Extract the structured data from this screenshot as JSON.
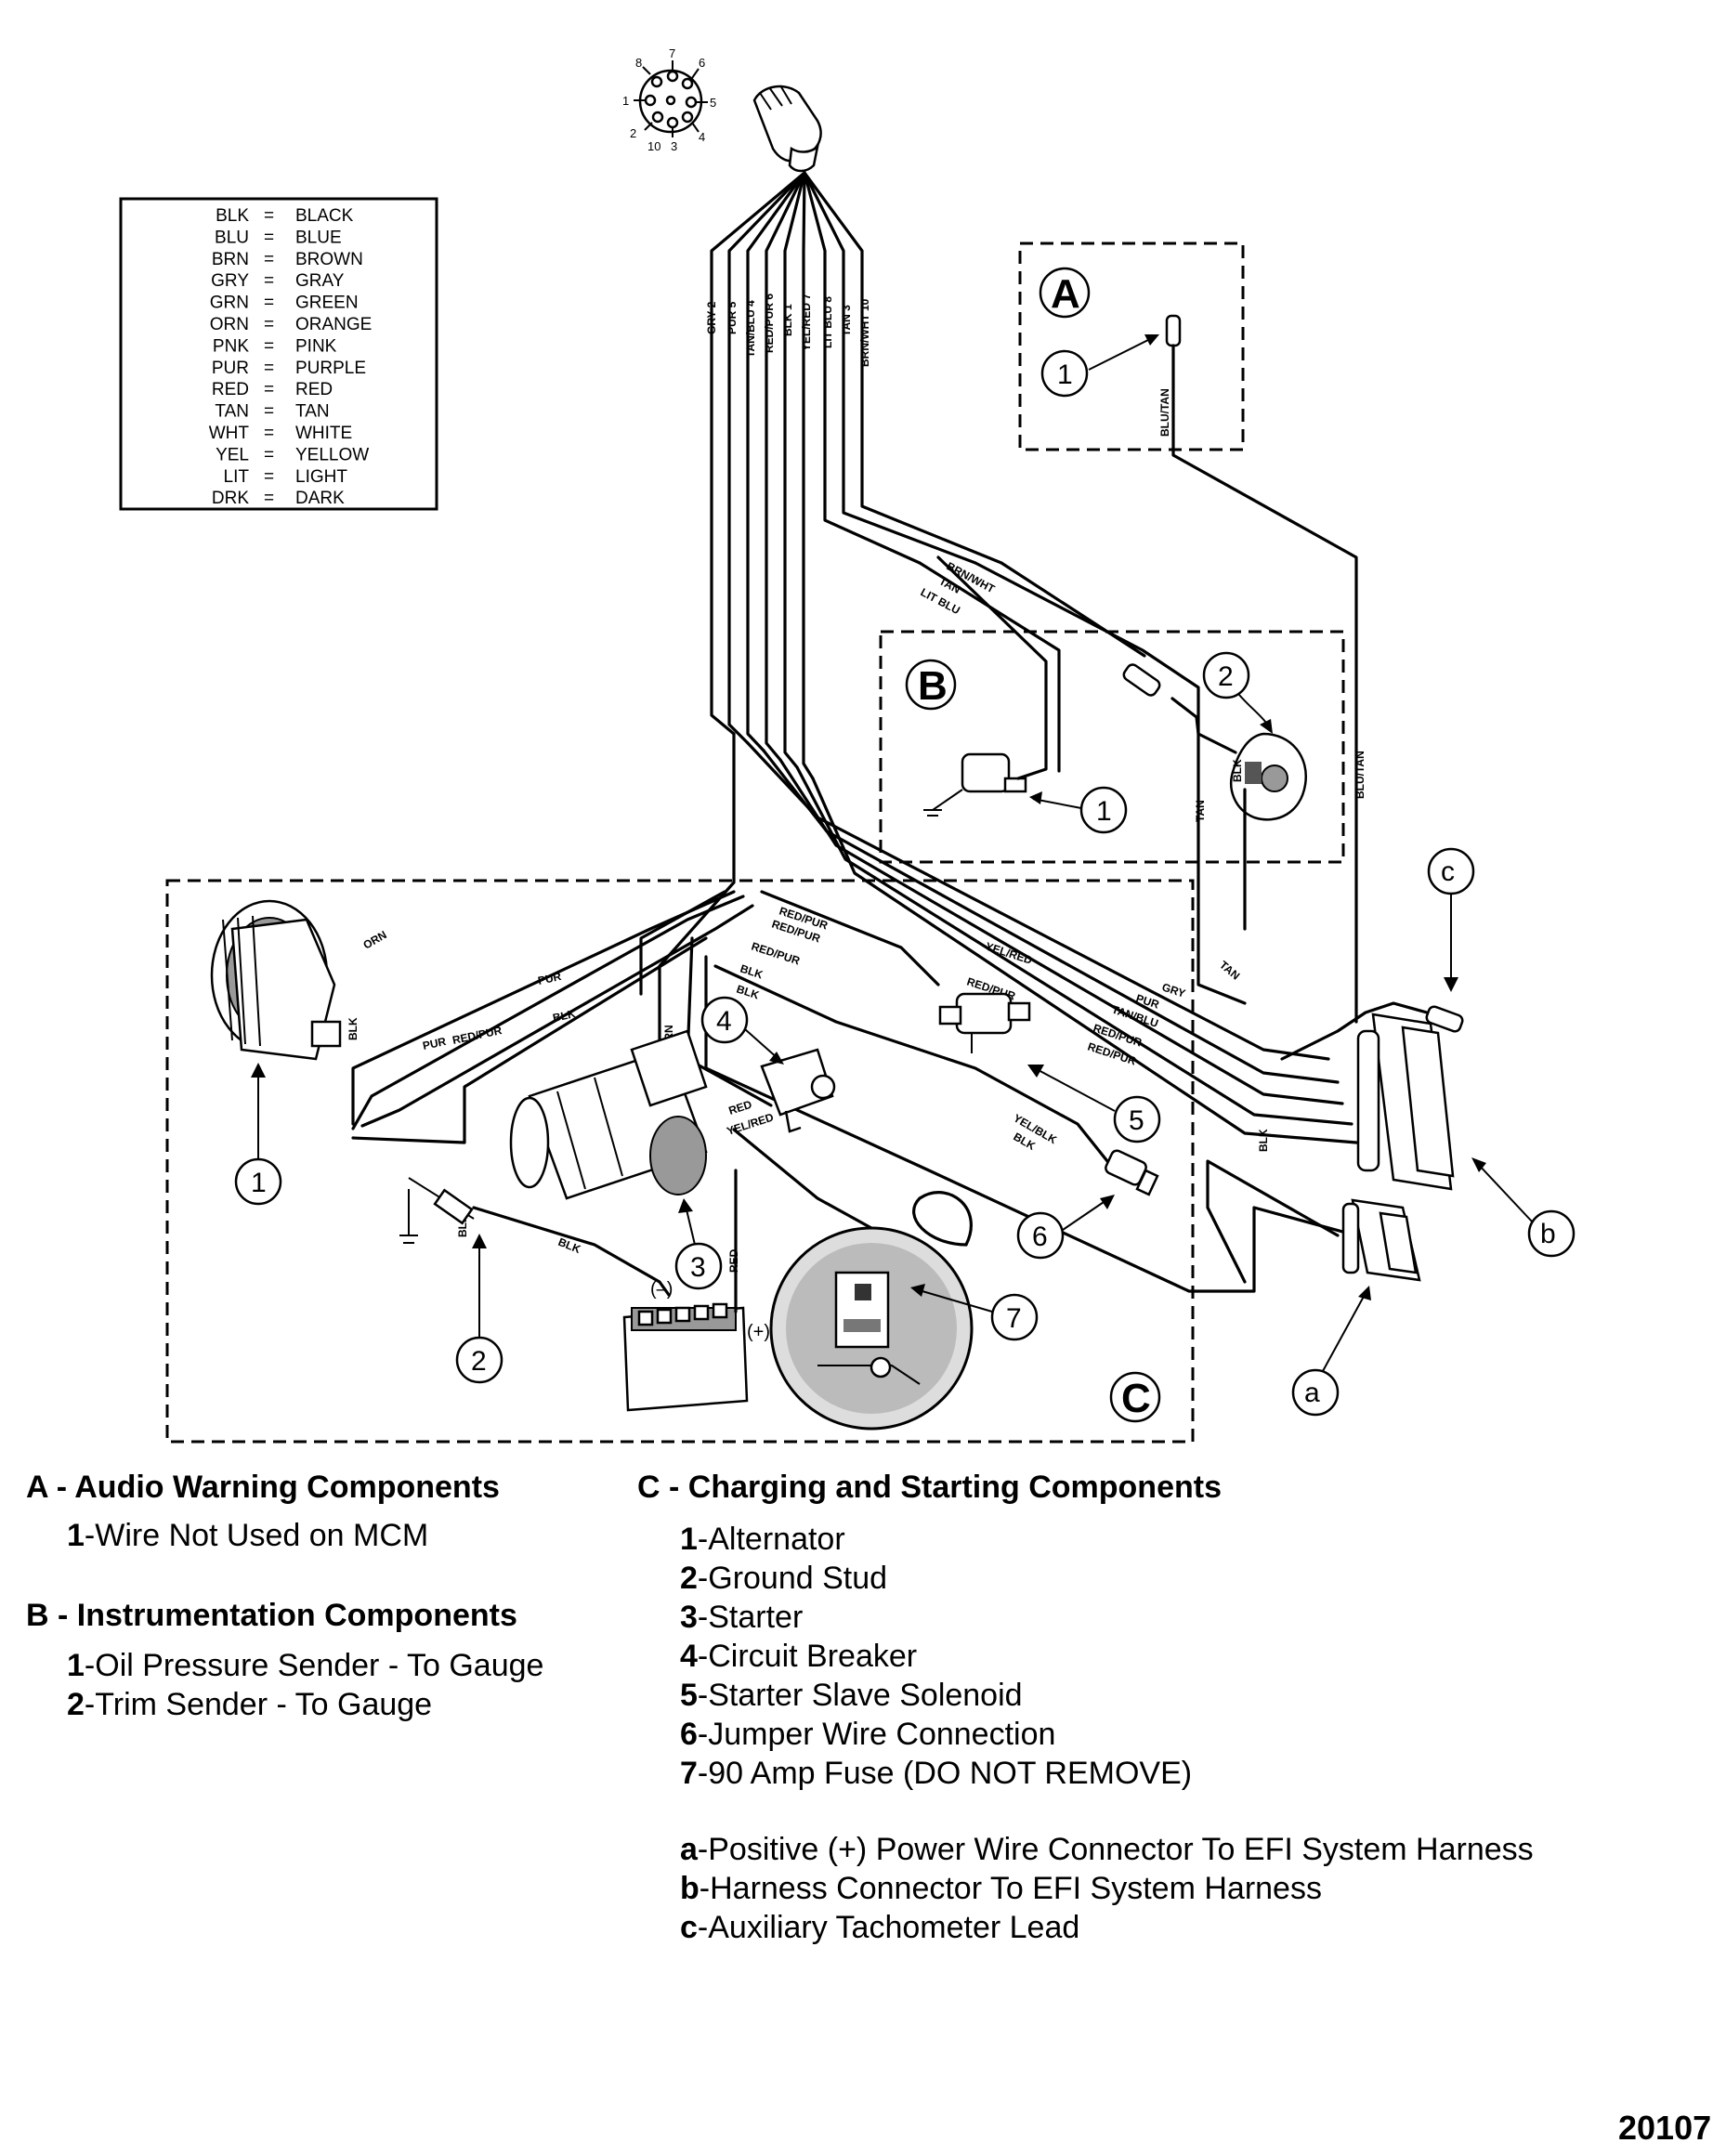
{
  "legend": [
    {
      "abbr": "BLK",
      "name": "BLACK"
    },
    {
      "abbr": "BLU",
      "name": "BLUE"
    },
    {
      "abbr": "BRN",
      "name": "BROWN"
    },
    {
      "abbr": "GRY",
      "name": "GRAY"
    },
    {
      "abbr": "GRN",
      "name": "GREEN"
    },
    {
      "abbr": "ORN",
      "name": "ORANGE"
    },
    {
      "abbr": "PNK",
      "name": "PINK"
    },
    {
      "abbr": "PUR",
      "name": "PURPLE"
    },
    {
      "abbr": "RED",
      "name": "RED"
    },
    {
      "abbr": "TAN",
      "name": "TAN"
    },
    {
      "abbr": "WHT",
      "name": "WHITE"
    },
    {
      "abbr": "YEL",
      "name": "YELLOW"
    },
    {
      "abbr": "LIT",
      "name": "LIGHT"
    },
    {
      "abbr": "DRK",
      "name": "DARK"
    }
  ],
  "pin_numbers": [
    "8",
    "7",
    "6",
    "1",
    "5",
    "2",
    "10",
    "3",
    "4"
  ],
  "harness_wire_labels": [
    "GRY 2",
    "PUR 5",
    "TAN/BLU 4",
    "RED/PUR 6",
    "BLK 1",
    "YEL/RED 7",
    "LIT BLU 8",
    "TAN 3",
    "BRN/WHT 10"
  ],
  "wire_labels": {
    "blu_tan": "BLU/TAN",
    "brn_wht": "BRN/WHT",
    "tan": "TAN",
    "lit_blu": "LIT BLU",
    "blk": "BLK",
    "orn": "ORN",
    "pur": "PUR",
    "red_pur": "RED/PUR",
    "yel_red": "YEL/RED",
    "red": "RED",
    "gry": "GRY",
    "tan_blu": "TAN/BLU",
    "yel_blk": "YEL/BLK"
  },
  "box_letters": {
    "a": "A",
    "b": "B",
    "c": "C"
  },
  "callouts": {
    "n1": "1",
    "n2": "2",
    "n3": "3",
    "n4": "4",
    "n5": "5",
    "n6": "6",
    "n7": "7",
    "a": "a",
    "b": "b",
    "c": "c"
  },
  "battery": {
    "neg": "(–)",
    "pos": "(+)"
  },
  "captions": {
    "a_title": "A - Audio Warning Components",
    "a_items": [
      {
        "num": "1",
        "text": "Wire Not Used on MCM"
      }
    ],
    "b_title": "B - Instrumentation Components",
    "b_items": [
      {
        "num": "1",
        "text": "Oil Pressure Sender - To Gauge"
      },
      {
        "num": "2",
        "text": "Trim Sender - To Gauge"
      }
    ],
    "c_title": "C - Charging and Starting Components",
    "c_items": [
      {
        "num": "1",
        "text": "Alternator"
      },
      {
        "num": "2",
        "text": "Ground Stud"
      },
      {
        "num": "3",
        "text": "Starter"
      },
      {
        "num": "4",
        "text": "Circuit Breaker"
      },
      {
        "num": "5",
        "text": "Starter Slave Solenoid"
      },
      {
        "num": "6",
        "text": "Jumper Wire Connection"
      },
      {
        "num": "7",
        "text": "90 Amp Fuse (DO NOT REMOVE)"
      }
    ],
    "letter_items": [
      {
        "num": "a",
        "text": "Positive (+) Power Wire Connector To EFI System Harness"
      },
      {
        "num": "b",
        "text": "Harness Connector To EFI System Harness"
      },
      {
        "num": "c",
        "text": "Auxiliary Tachometer Lead"
      }
    ]
  },
  "figure_number": "20107"
}
